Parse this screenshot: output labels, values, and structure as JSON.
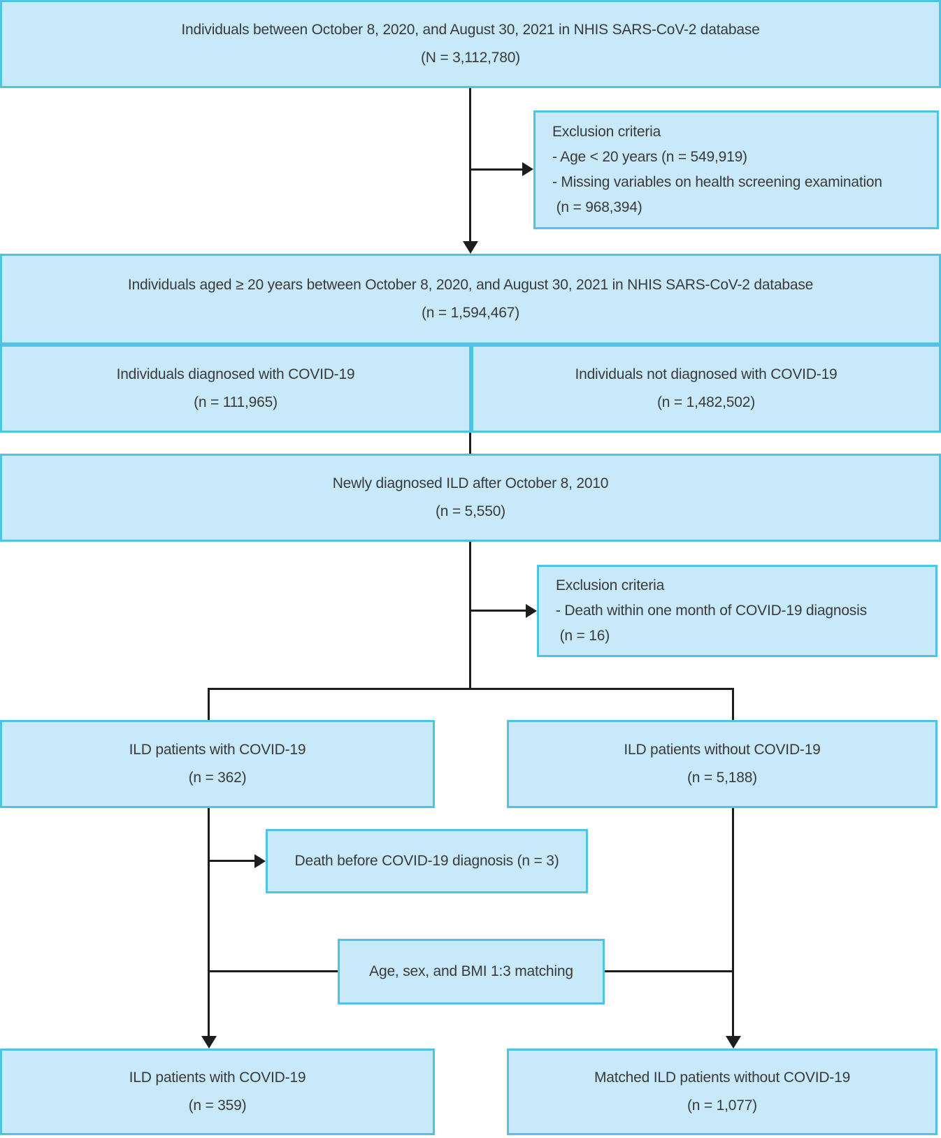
{
  "figure": {
    "type": "study-flow-diagram",
    "topic": "ILD patients and COVID-19 cohort selection flowchart"
  },
  "colors": {
    "box_fill": "#c7e9fa",
    "box_border": "#4fc3e5",
    "connector": "#1d1d1b",
    "text": "#3a3a3a"
  },
  "boxes": {
    "source": {
      "lines": [
        "Individuals between October 8, 2020, and August 30, 2021 in NHIS SARS-CoV-2 database",
        "(N = 3,112,780)"
      ]
    },
    "exclusion1": {
      "lines": [
        "Exclusion criteria",
        "- Age < 20 years (n = 549,919)",
        "- Missing variables on health screening examination",
        " (n = 968,394)"
      ]
    },
    "eligible": {
      "lines": [
        "Individuals aged ≥ 20 years between October 8, 2020, and August 30, 2021 in NHIS SARS-CoV-2 database",
        "(n = 1,594,467)"
      ]
    },
    "covid_diagnosed": {
      "lines": [
        "Individuals diagnosed with COVID-19",
        "(n = 111,965)"
      ]
    },
    "covid_not_diagnosed": {
      "lines": [
        "Individuals not diagnosed with COVID-19",
        "(n = 1,482,502)"
      ]
    },
    "newly_ild": {
      "lines": [
        "Newly diagnosed ILD after October 8, 2010",
        "(n = 5,550)"
      ]
    },
    "exclusion2": {
      "lines": [
        "Exclusion criteria",
        "- Death within one month of COVID-19 diagnosis",
        " (n = 16)"
      ]
    },
    "ild_with_covid": {
      "lines": [
        "ILD patients with COVID-19",
        "(n = 362)"
      ]
    },
    "ild_without_covid": {
      "lines": [
        "ILD patients without COVID-19",
        "(n = 5,188)"
      ]
    },
    "death_before": {
      "lines": [
        "Death before COVID-19 diagnosis (n = 3)"
      ]
    },
    "matching": {
      "lines": [
        "Age, sex, and BMI 1:3 matching"
      ]
    },
    "final_with_covid": {
      "lines": [
        "ILD patients with COVID-19",
        "(n = 359)"
      ]
    },
    "final_matched": {
      "lines": [
        "Matched ILD patients without COVID-19",
        "(n = 1,077)"
      ]
    }
  }
}
